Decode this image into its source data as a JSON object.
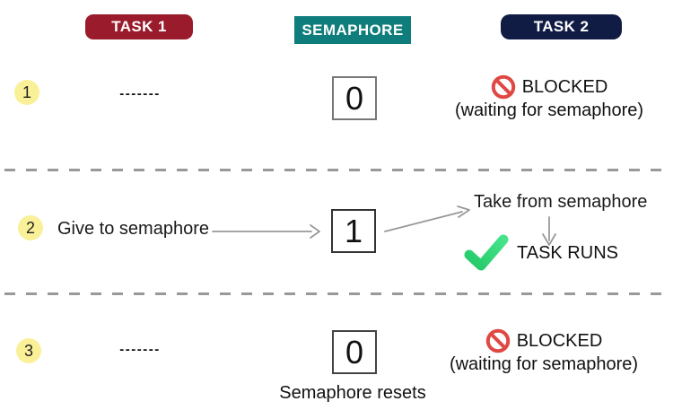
{
  "diagram": {
    "columns": [
      {
        "label": "TASK 1"
      },
      {
        "label": "SEMAPHORE"
      },
      {
        "label": "TASK 2"
      }
    ],
    "rows": [
      {
        "num": "1",
        "task1": "-------",
        "semaphore_value": "0",
        "task2_status": "BLOCKED",
        "task2_note": "(waiting for semaphore)"
      },
      {
        "num": "2",
        "task1": "Give to semaphore",
        "semaphore_value": "1",
        "task2_action": "Take from semaphore",
        "task2_status": "TASK RUNS"
      },
      {
        "num": "3",
        "task1": "-------",
        "semaphore_value": "0",
        "semaphore_note": "Semaphore resets",
        "task2_status": "BLOCKED",
        "task2_note": "(waiting for semaphore)"
      }
    ],
    "colors": {
      "task1_badge": "#9A1B2B",
      "semaphore_badge": "#0F7D7B",
      "task2_badge": "#111C45",
      "step_circle": "#FAF098",
      "blocked_red": "#E04843",
      "check_green": "#2ED573",
      "arrow_gray": "#999999",
      "separator_gray": "#999999"
    },
    "icons": {
      "blocked": "prohibition-icon",
      "runs": "checkmark-icon"
    }
  }
}
